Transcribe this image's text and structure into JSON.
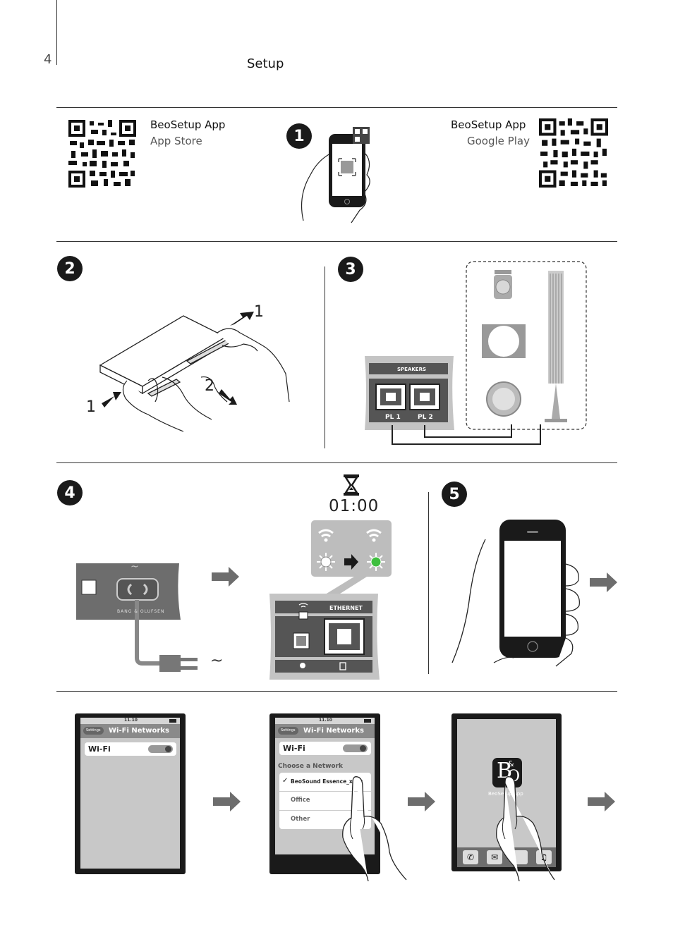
{
  "page": {
    "number": "4",
    "section_title": "Setup"
  },
  "step1": {
    "badge": "1",
    "app_store": {
      "title": "BeoSetup App",
      "store": "App Store"
    },
    "google_play": {
      "title": "BeoSetup App",
      "store": "Google Play"
    }
  },
  "step2": {
    "badge": "2",
    "callouts": [
      "1",
      "1",
      "2"
    ]
  },
  "step3": {
    "badge": "3",
    "panel_title": "SPEAKERS",
    "ports": [
      "PL 1",
      "PL 2"
    ]
  },
  "step4": {
    "badge": "4",
    "timer": "01:00",
    "mains_symbol": "~",
    "brand_text": "BANG & OLUFSEN",
    "ethernet_label": "ETHERNET"
  },
  "step5": {
    "badge": "5"
  },
  "wifi_screens": {
    "status_time": "11.10",
    "back_label": "Settings",
    "nav_title": "Wi-Fi Networks",
    "wifi_label": "Wi-Fi",
    "choose_label": "Choose a Network",
    "networks": [
      "BeoSound Essence_xxxx",
      "Office",
      "Other"
    ],
    "app_label": "BeoSetup App"
  },
  "colors": {
    "ink": "#1a1a1a",
    "device_gray": "#6d6d6d",
    "panel_gray": "#bfbfbf",
    "led_green": "#3fbf3f"
  }
}
